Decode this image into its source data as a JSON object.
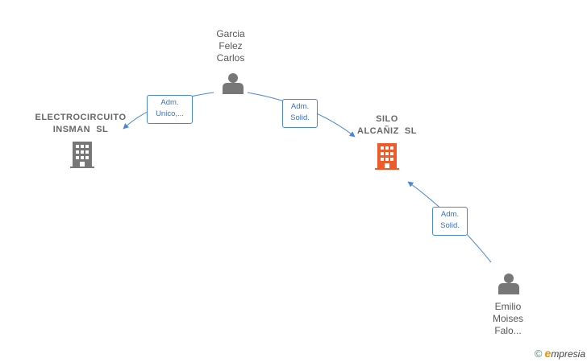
{
  "nodes": {
    "garcia": {
      "lines": [
        "Garcia",
        "Felez",
        "Carlos"
      ]
    },
    "electro": {
      "lines": [
        "ELECTROCIRCUITO",
        "INSMAN  SL"
      ]
    },
    "silo": {
      "lines": [
        "SILO",
        "ALCAÑIZ  SL"
      ]
    },
    "emilio": {
      "lines": [
        "Emilio",
        "Moises",
        "Falo..."
      ]
    }
  },
  "edges": {
    "garcia_electro": {
      "lines": [
        "Adm.",
        "Unico,..."
      ]
    },
    "garcia_silo": {
      "lines": [
        "Adm.",
        "Solid."
      ]
    },
    "emilio_silo": {
      "lines": [
        "Adm.",
        "Solid."
      ]
    }
  },
  "colors": {
    "edge": "#4a86d8",
    "company": "#777777",
    "focus_company": "#f05a28",
    "person": "#777777"
  },
  "footer": {
    "copyright": "©",
    "brand_initial": "e",
    "brand_rest": "mpresia"
  }
}
